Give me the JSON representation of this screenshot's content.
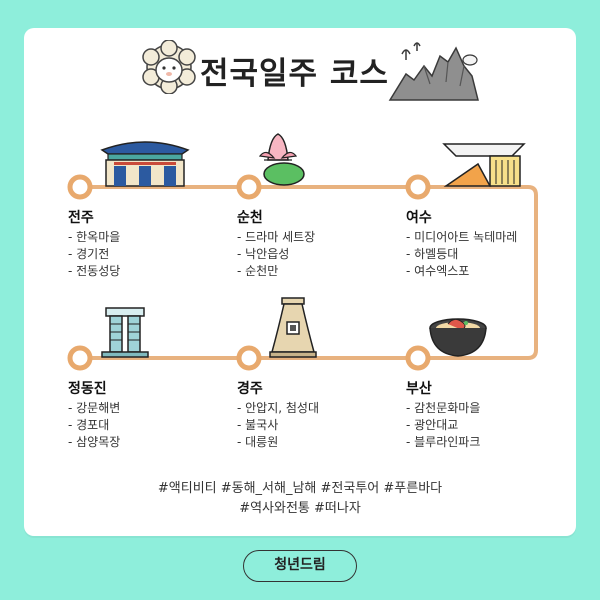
{
  "header": {
    "title": "전국일주 코스"
  },
  "stops": [
    {
      "name": "전주",
      "items": [
        "- 한옥마을",
        "- 경기전",
        "- 전동성당"
      ],
      "icon": "hanok-gate-icon"
    },
    {
      "name": "순천",
      "items": [
        "- 드라마 세트장",
        "- 낙안읍성",
        "- 순천만"
      ],
      "icon": "lotus-icon"
    },
    {
      "name": "여수",
      "items": [
        "- 미디어아트 녹테마레",
        "- 하멜등대",
        "- 여수엑스포"
      ],
      "icon": "expo-building-icon"
    },
    {
      "name": "정동진",
      "items": [
        "- 강문해변",
        "- 경포대",
        "- 삼양목장"
      ],
      "icon": "tower-building-icon"
    },
    {
      "name": "경주",
      "items": [
        "- 안압지, 첨성대",
        "- 불국사",
        "- 대릉원"
      ],
      "icon": "cheomseongdae-icon"
    },
    {
      "name": "부산",
      "items": [
        "- 감천문화마을",
        "- 광안대교",
        "- 블루라인파크"
      ],
      "icon": "pot-dish-icon"
    }
  ],
  "hashtags": {
    "line1": "#액티비티 #동해_서해_남해 #전국투어 #푸른바다",
    "line2": "#역사와전통 #떠나자"
  },
  "footer": {
    "brand": "청년드림"
  },
  "colors": {
    "background": "#8eeedb",
    "route_line": "#e8b27f",
    "node_ring": "#e8a96d"
  }
}
